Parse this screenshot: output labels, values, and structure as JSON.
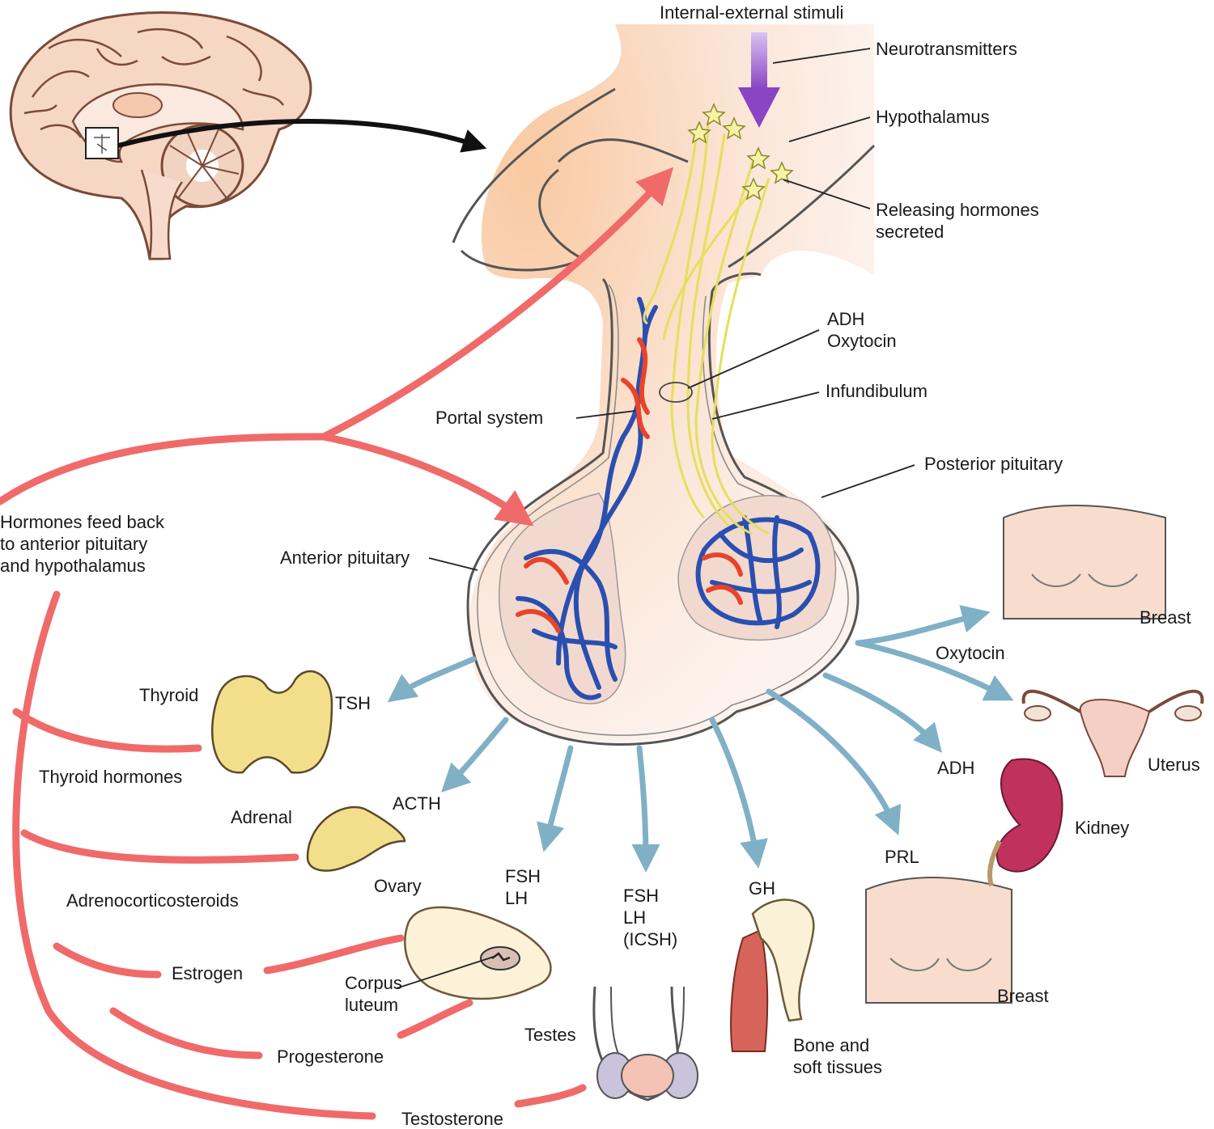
{
  "colors": {
    "feedback_arrow": "#f06a6a",
    "hormone_arrow": "#7fb0c6",
    "stimulus_arrow": "#8a44c4",
    "gland_fill": "#f7e4dc",
    "vein_blue": "#2a4fb0",
    "artery_red": "#e8442a",
    "nerve_yellow": "#e6df5a",
    "tissue_cream": "#f3de8c"
  },
  "labels": {
    "stimuli": "Internal-external stimuli",
    "neurotransmitters": "Neurotransmitters",
    "hypothalamus": "Hypothalamus",
    "releasing": [
      "Releasing hormones",
      "secreted"
    ],
    "adh_oxytocin": [
      "ADH",
      "Oxytocin"
    ],
    "infundibulum": "Infundibulum",
    "portal_system": "Portal system",
    "posterior_pituitary": "Posterior pituitary",
    "anterior_pituitary": "Anterior pituitary",
    "feedback": [
      "Hormones feed back",
      "to anterior pituitary",
      "and hypothalamus"
    ],
    "thyroid": "Thyroid",
    "tsh": "TSH",
    "thyroid_hormones": "Thyroid hormones",
    "adrenal": "Adrenal",
    "acth": "ACTH",
    "adrenocorticosteroids": "Adrenocorticosteroids",
    "ovary": "Ovary",
    "fsh_lh_ovary": [
      "FSH",
      "LH"
    ],
    "estrogen": "Estrogen",
    "corpus_luteum": [
      "Corpus",
      "luteum"
    ],
    "progesterone": "Progesterone",
    "testes": "Testes",
    "testosterone": "Testosterone",
    "fsh_lh_icsh": [
      "FSH",
      "LH",
      "(ICSH)"
    ],
    "gh": "GH",
    "bone": [
      "Bone and",
      "soft tissues"
    ],
    "prl": "PRL",
    "breast_lower": "Breast",
    "adh": "ADH",
    "kidney": "Kidney",
    "oxytocin": "Oxytocin",
    "uterus": "Uterus",
    "breast_upper": "Breast"
  }
}
